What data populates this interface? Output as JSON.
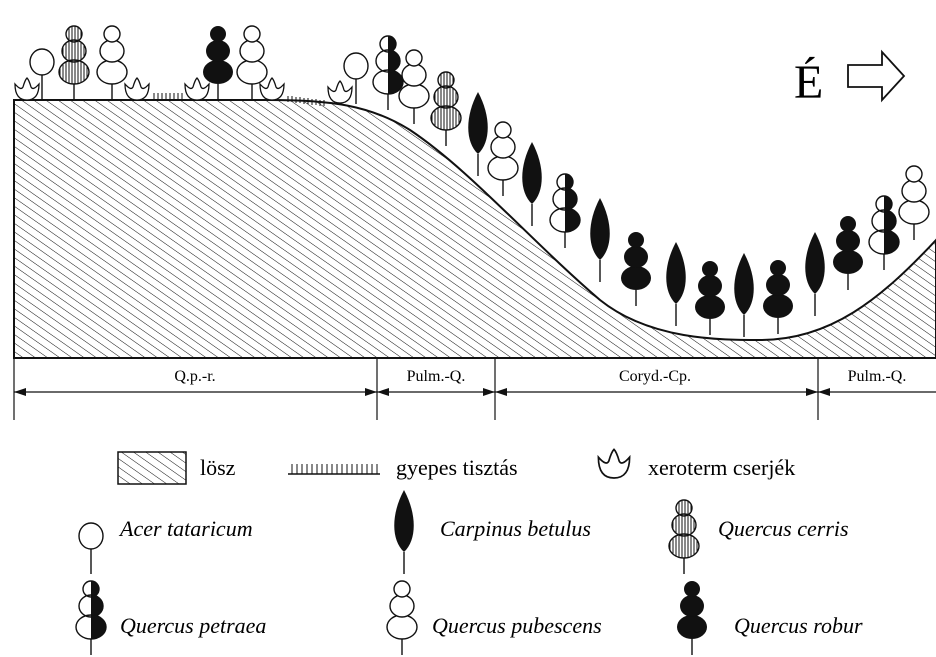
{
  "colors": {
    "ink": "#111111",
    "background": "#ffffff"
  },
  "north_arrow": {
    "letter": "É",
    "icon": "arrow-right-icon"
  },
  "zones": [
    {
      "label": "Q.p.-r."
    },
    {
      "label": "Pulm.-Q."
    },
    {
      "label": "Coryd.-Cp."
    },
    {
      "label": "Pulm.-Q."
    }
  ],
  "legend": {
    "loess": {
      "label": "lösz",
      "icon": "hatched-box-icon"
    },
    "grassland": {
      "label": "gyepes tisztás",
      "icon": "grass-line-icon"
    },
    "shrub": {
      "label": "xeroterm cserjék",
      "icon": "shrub-icon"
    },
    "species": [
      {
        "label": "Acer tataricum",
        "icon": "acer-tree-icon"
      },
      {
        "label": "Carpinus betulus",
        "icon": "carpinus-tree-icon"
      },
      {
        "label": "Quercus cerris",
        "icon": "cerris-tree-icon"
      },
      {
        "label": "Quercus petraea",
        "icon": "petraea-tree-icon"
      },
      {
        "label": "Quercus pubescens",
        "icon": "pubescens-tree-icon"
      },
      {
        "label": "Quercus robur",
        "icon": "robur-tree-icon"
      }
    ]
  }
}
